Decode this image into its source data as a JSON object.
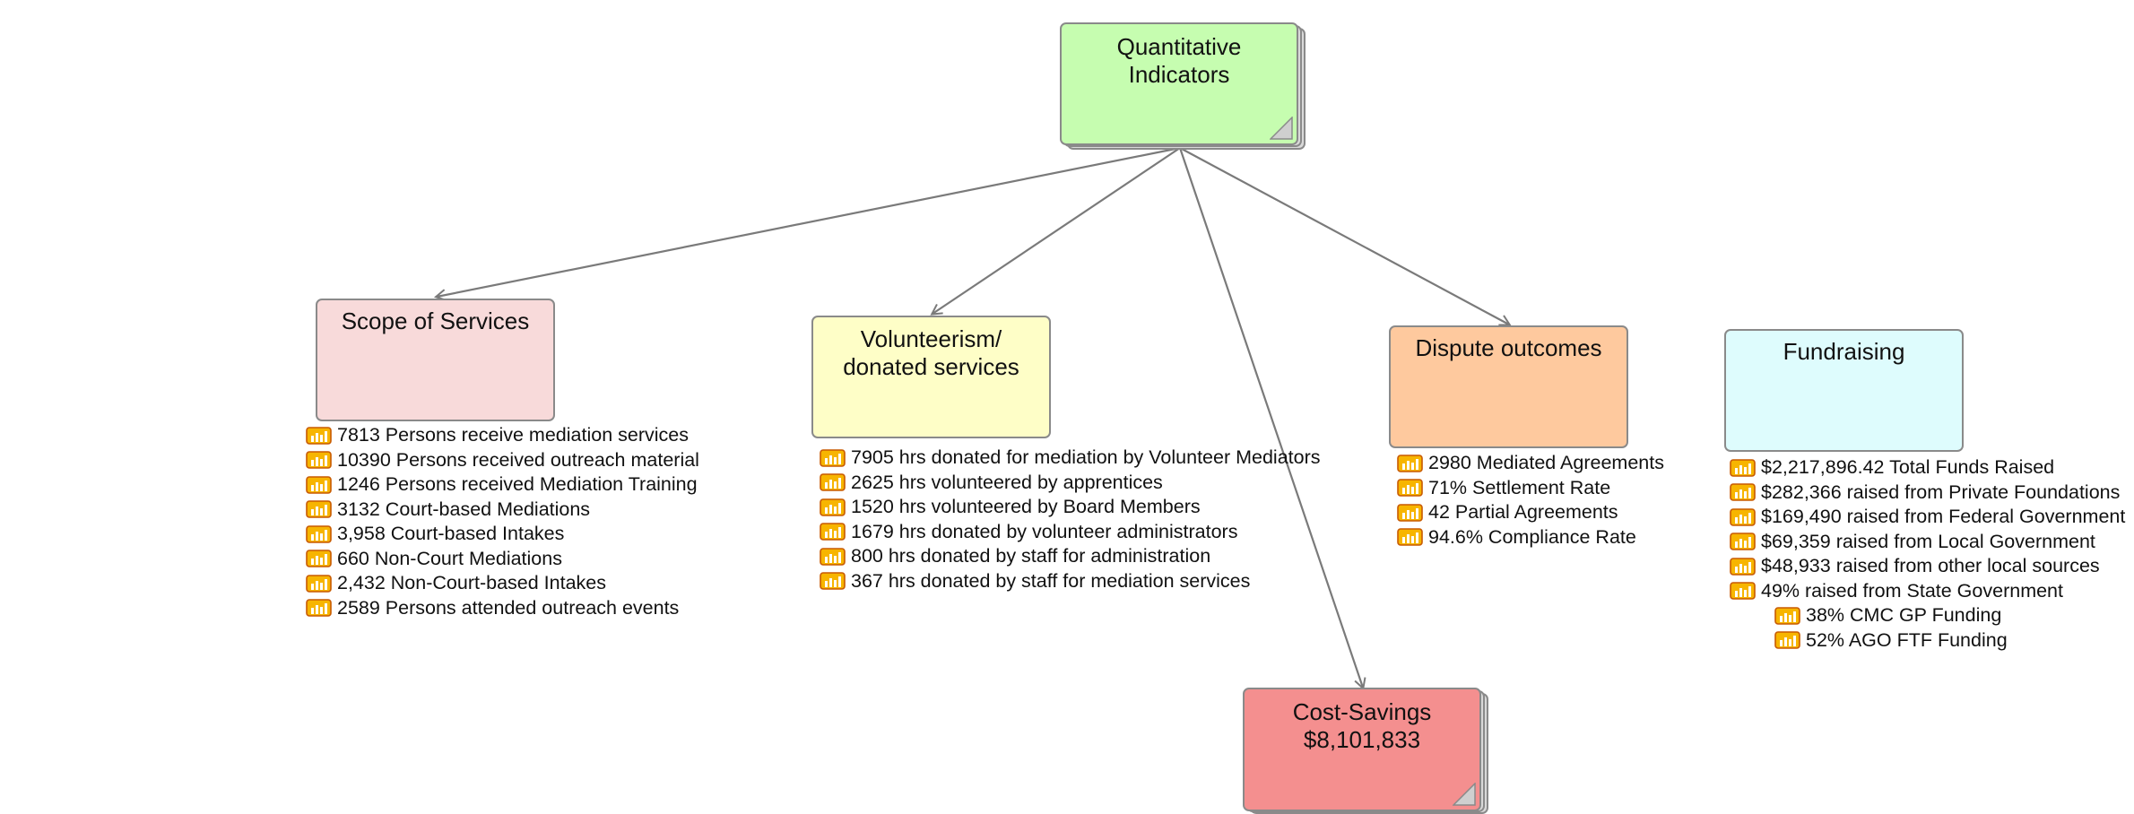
{
  "root": {
    "title": "Quantitative\nIndicators",
    "color": "#c6fdb0"
  },
  "nodes": [
    {
      "id": "scope",
      "title": "Scope of Services",
      "color": "#f8dada"
    },
    {
      "id": "volunteer",
      "title": "Volunteerism/\ndonated services",
      "color": "#fefec7"
    },
    {
      "id": "dispute",
      "title": "Dispute outcomes",
      "color": "#fec99e"
    },
    {
      "id": "fundraising",
      "title": "Fundraising",
      "color": "#defcfd"
    },
    {
      "id": "cost",
      "title": "Cost-Savings\n$8,101,833",
      "color": "#f48f8f"
    }
  ],
  "lists": {
    "scope": [
      "7813 Persons receive mediation services",
      "10390 Persons received outreach material",
      "1246 Persons received Mediation Training",
      "3132 Court-based Mediations",
      "3,958 Court-based Intakes",
      "660 Non-Court Mediations",
      "2,432 Non-Court-based Intakes",
      "2589 Persons attended outreach events"
    ],
    "volunteer": [
      "7905 hrs donated for mediation by Volunteer Mediators",
      "2625 hrs volunteered by apprentices",
      "1520 hrs volunteered by Board Members",
      "1679 hrs donated by volunteer administrators",
      "800 hrs donated by staff for administration",
      "367 hrs donated by staff for mediation services"
    ],
    "dispute": [
      "2980 Mediated Agreements",
      "71% Settlement Rate",
      "42 Partial Agreements",
      "94.6% Compliance Rate"
    ],
    "fundraising": [
      "$2,217,896.42 Total Funds Raised",
      "$282,366 raised from Private Foundations",
      "$169,490 raised from Federal Government",
      "$69,359 raised from Local Government",
      "$48,933 raised from other local sources",
      "49% raised from State Government"
    ],
    "fundraising_sub": [
      "38% CMC GP Funding",
      "52% AGO FTF Funding"
    ]
  },
  "icon": "chart-note-icon",
  "colors": {
    "border": "#8a8a8a",
    "connector": "#7a7a7a",
    "icon_fill": "#f7b500",
    "icon_edge": "#c85a00"
  }
}
